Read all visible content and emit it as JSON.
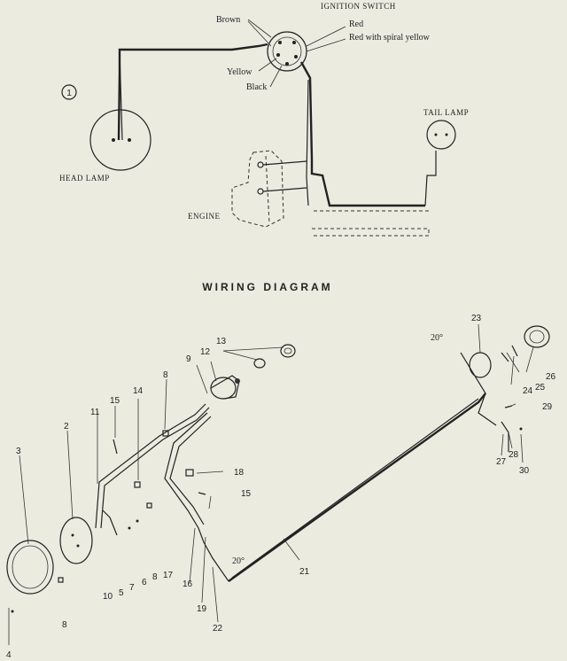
{
  "diagram": {
    "circle_marker": "1",
    "ignition_switch": "IGNITION SWITCH",
    "wire_brown": "Brown",
    "wire_red": "Red",
    "wire_red_spiral": "Red with spiral yellow",
    "wire_yellow": "Yellow",
    "wire_black": "Black",
    "head_lamp": "HEAD LAMP",
    "tail_lamp": "TAIL LAMP",
    "engine": "ENGINE",
    "title": "WIRING DIAGRAM",
    "angle_top": "20°",
    "angle_bottom": "20°",
    "parts": {
      "p2": "2",
      "p3": "3",
      "p4": "4",
      "p5": "5",
      "p6": "6",
      "p7": "7",
      "p8a": "8",
      "p8b": "8",
      "p8c": "8",
      "p9": "9",
      "p10": "10",
      "p11": "11",
      "p12": "12",
      "p13": "13",
      "p14": "14",
      "p15a": "15",
      "p15b": "15",
      "p16": "16",
      "p17": "17",
      "p18": "18",
      "p19": "19",
      "p21": "21",
      "p22": "22",
      "p23": "23",
      "p24": "24",
      "p25": "25",
      "p26": "26",
      "p27": "27",
      "p28": "28",
      "p29": "29",
      "p30": "30"
    }
  }
}
